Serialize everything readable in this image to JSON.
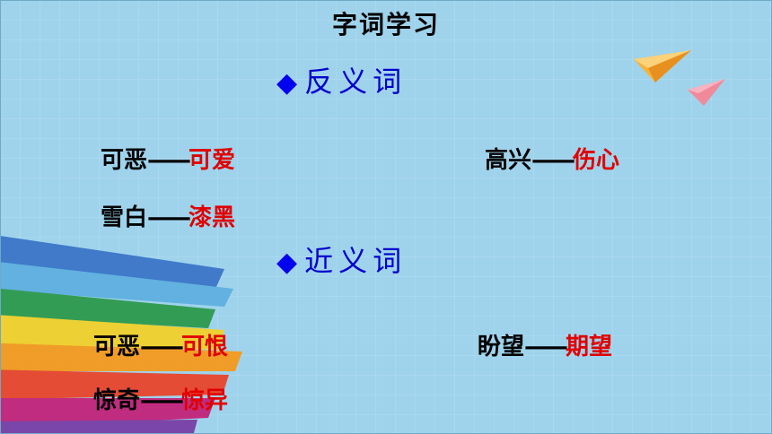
{
  "title": "字词学习",
  "sections": [
    {
      "marker": "◆",
      "label": "反义词"
    },
    {
      "marker": "◆",
      "label": "近义词"
    }
  ],
  "antonyms": [
    {
      "word": "可恶",
      "dash": "——",
      "pair": "可爱"
    },
    {
      "word": "高兴",
      "dash": "——",
      "pair": "伤心"
    },
    {
      "word": "雪白",
      "dash": "——",
      "pair": "漆黑"
    }
  ],
  "synonyms": [
    {
      "word": "可恶",
      "dash": "——",
      "pair": "可恨"
    },
    {
      "word": "盼望",
      "dash": "——",
      "pair": "期望"
    },
    {
      "word": "惊奇",
      "dash": "——",
      "pair": "惊异"
    }
  ],
  "colors": {
    "background": "#9fd3ec",
    "answer": "#e00000",
    "heading": "#0000cc"
  },
  "decorations": [
    "paper-plane-orange-icon",
    "paper-plane-pink-icon",
    "rainbow-paint-brush-strokes"
  ]
}
